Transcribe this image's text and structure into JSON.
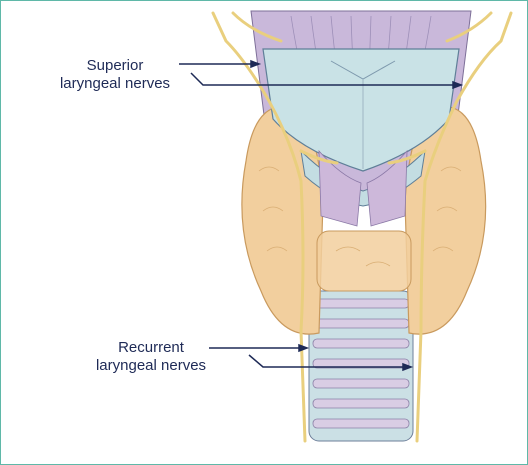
{
  "labels": {
    "superior": {
      "line1": "Superior",
      "line2": "laryngeal nerves"
    },
    "recurrent": {
      "line1": "Recurrent",
      "line2": "laryngeal nerves"
    }
  },
  "colors": {
    "frame": "#5fb8a8",
    "label_text": "#1e2a56",
    "leader_line": "#1e2a56",
    "thyroid": "#f2cf9e",
    "cartilage": "#c9e2e6",
    "muscle": "#c7b7d9",
    "nerve": "#f3dc8e",
    "trachea_ring": "#cfc2dc"
  }
}
